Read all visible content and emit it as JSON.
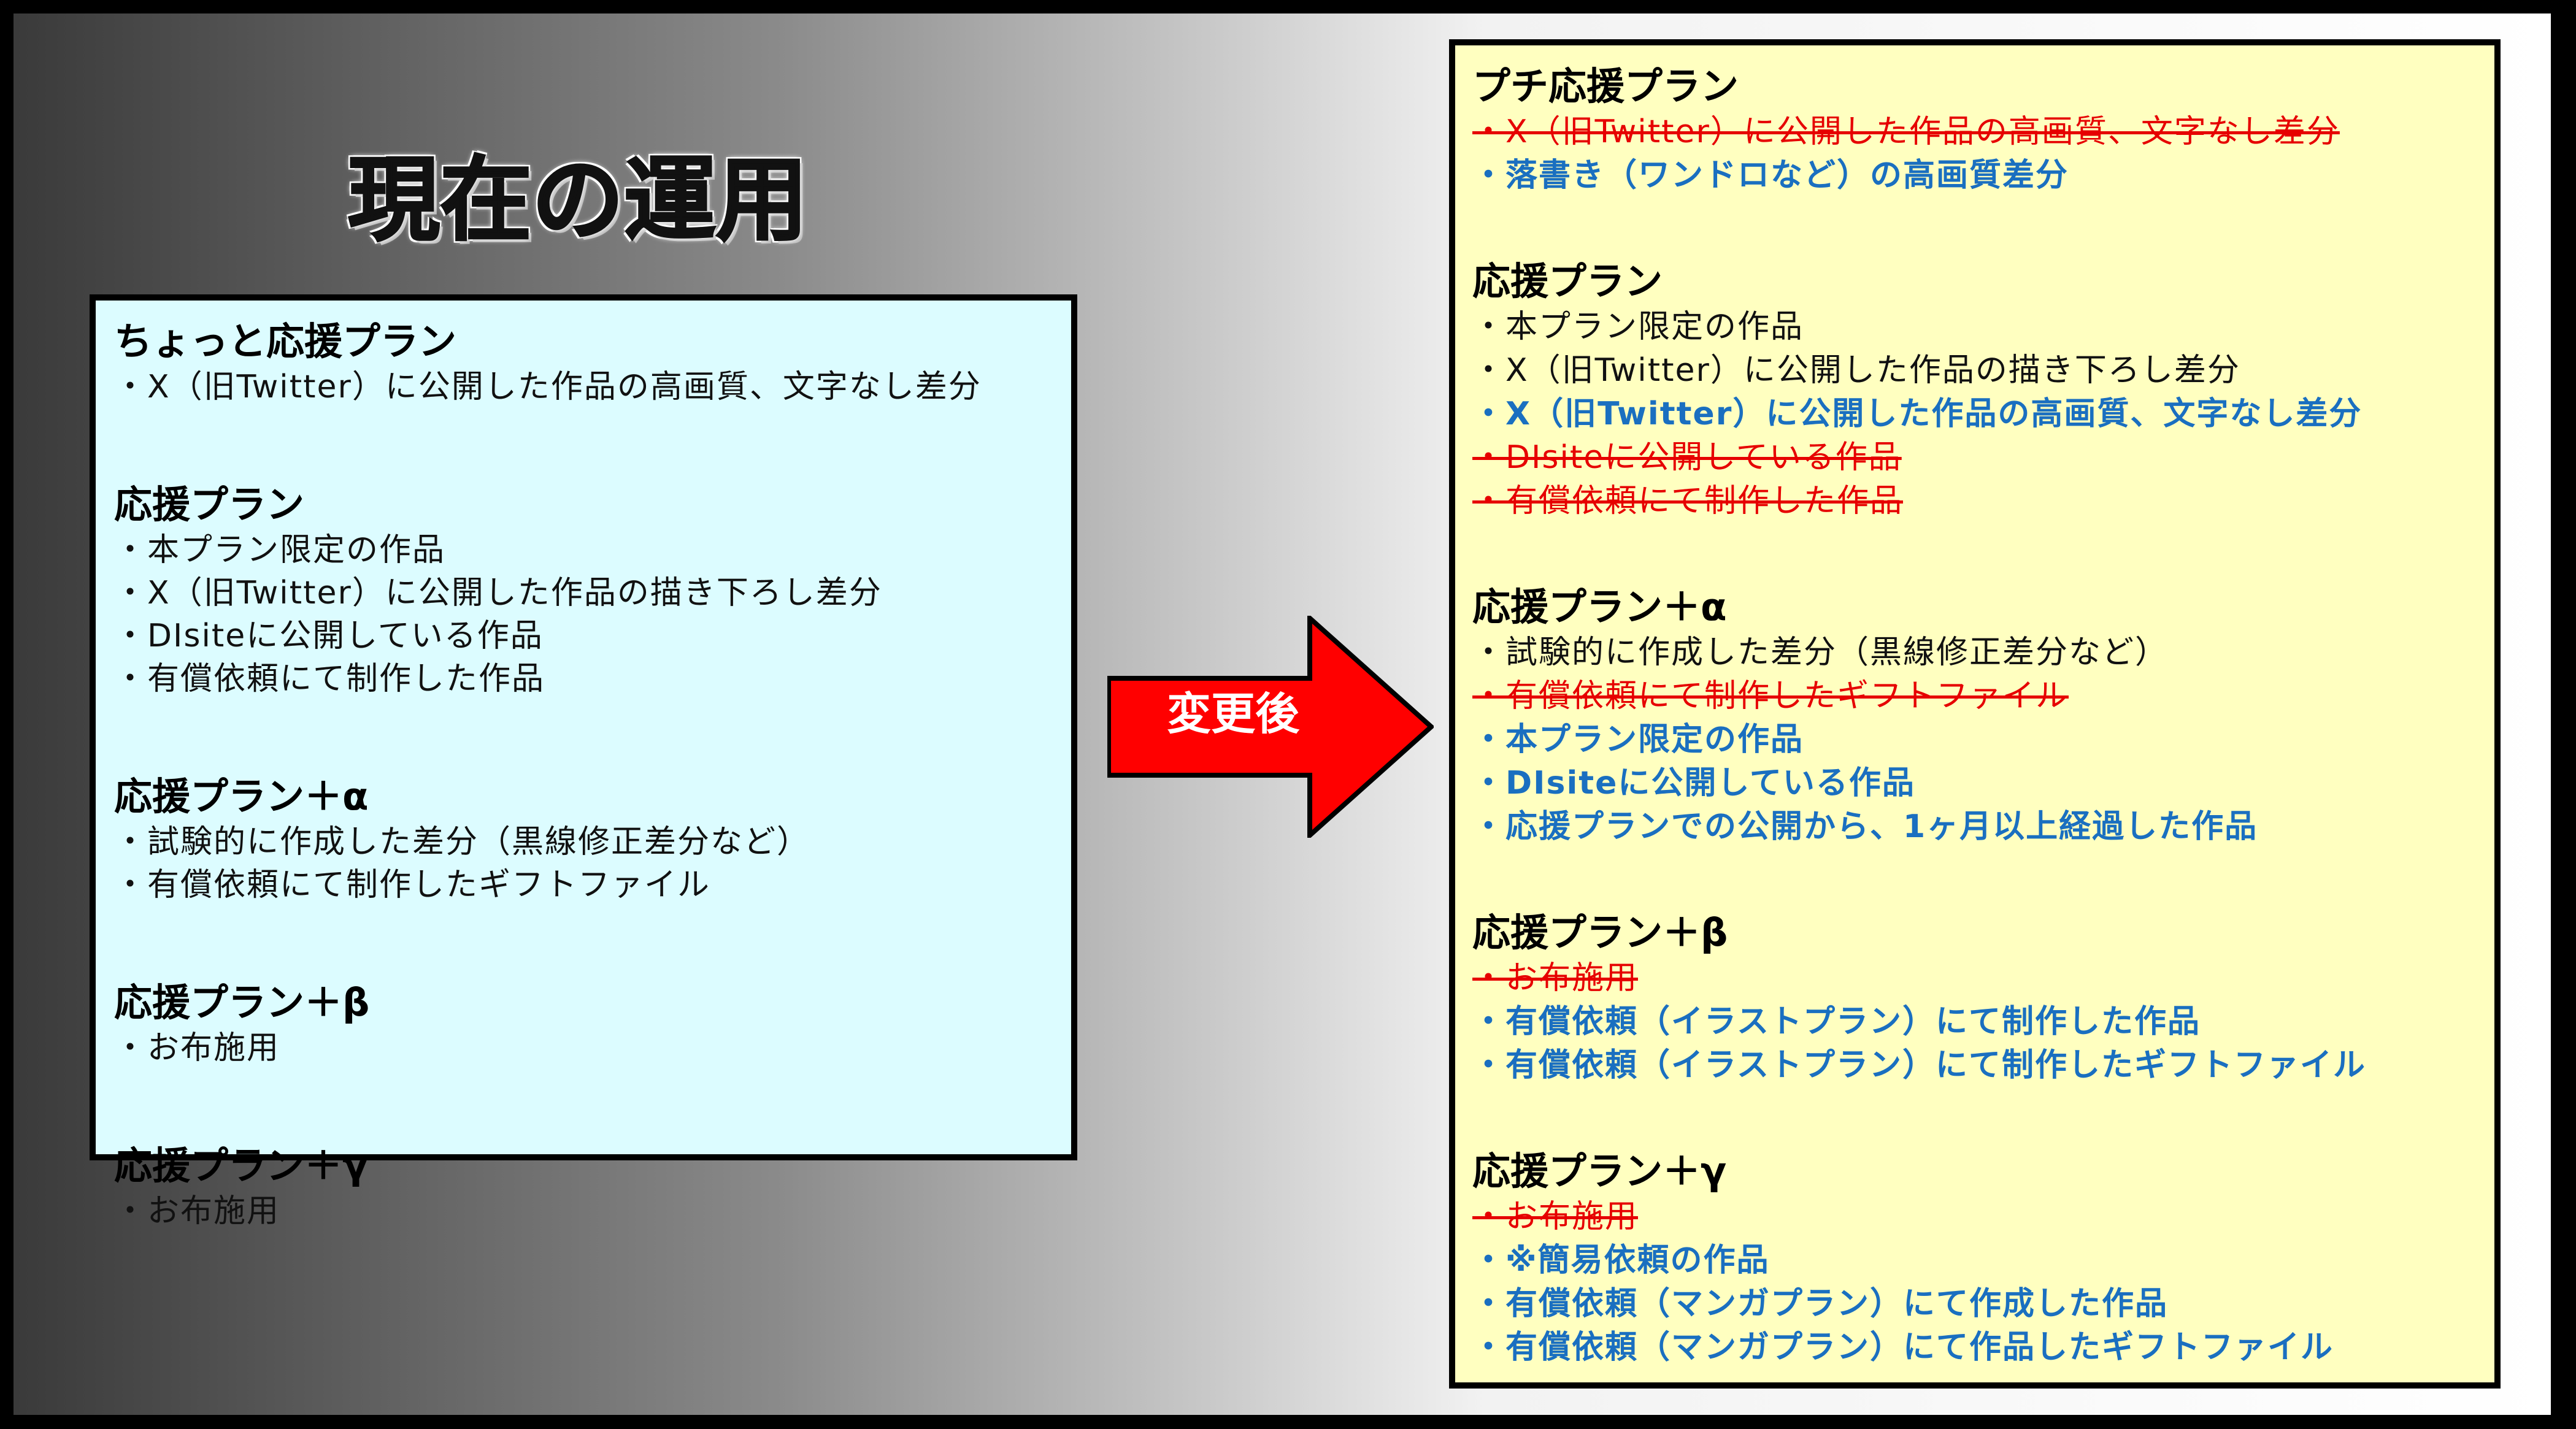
{
  "current": {
    "title": "現在の運用",
    "plans": [
      {
        "title": "ちょっと応援プラン",
        "items": [
          {
            "text": "・X（旧Twitter）に公開した作品の高画質、文字なし差分",
            "status": "unchanged"
          }
        ]
      },
      {
        "title": "応援プラン",
        "items": [
          {
            "text": "・本プラン限定の作品",
            "status": "unchanged"
          },
          {
            "text": "・X（旧Twitter）に公開した作品の描き下ろし差分",
            "status": "unchanged"
          },
          {
            "text": "・DIsiteに公開している作品",
            "status": "unchanged"
          },
          {
            "text": "・有償依頼にて制作した作品",
            "status": "unchanged"
          }
        ]
      },
      {
        "title": "応援プラン＋α",
        "items": [
          {
            "text": "・試験的に作成した差分（黒線修正差分など）",
            "status": "unchanged"
          },
          {
            "text": "・有償依頼にて制作したギフトファイル",
            "status": "unchanged"
          }
        ]
      },
      {
        "title": "応援プラン＋β",
        "items": [
          {
            "text": "・お布施用",
            "status": "unchanged"
          }
        ]
      },
      {
        "title": "応援プラン＋γ",
        "items": [
          {
            "text": "・お布施用",
            "status": "unchanged"
          }
        ]
      }
    ]
  },
  "arrow": {
    "label": "変更後",
    "color": "#ff0000"
  },
  "changed": {
    "plans": [
      {
        "title": "プチ応援プラン",
        "items": [
          {
            "text": "・X（旧Twitter）に公開した作品の高画質、文字なし差分",
            "status": "removed"
          },
          {
            "text": "・落書き（ワンドロなど）の高画質差分",
            "status": "new"
          }
        ]
      },
      {
        "title": "応援プラン",
        "items": [
          {
            "text": "・本プラン限定の作品",
            "status": "unchanged"
          },
          {
            "text": "・X（旧Twitter）に公開した作品の描き下ろし差分",
            "status": "unchanged"
          },
          {
            "text": "・X（旧Twitter）に公開した作品の高画質、文字なし差分",
            "status": "new"
          },
          {
            "text": "・DIsiteに公開している作品",
            "status": "removed"
          },
          {
            "text": "・有償依頼にて制作した作品",
            "status": "removed"
          }
        ]
      },
      {
        "title": "応援プラン＋α",
        "items": [
          {
            "text": "・試験的に作成した差分（黒線修正差分など）",
            "status": "unchanged"
          },
          {
            "text": "・有償依頼にて制作したギフトファイル",
            "status": "removed"
          },
          {
            "text": "・本プラン限定の作品",
            "status": "new"
          },
          {
            "text": "・DIsiteに公開している作品",
            "status": "new"
          },
          {
            "text": "・応援プランでの公開から、1ヶ月以上経過した作品",
            "status": "new"
          }
        ]
      },
      {
        "title": "応援プラン＋β",
        "items": [
          {
            "text": "・お布施用",
            "status": "removed"
          },
          {
            "text": "・有償依頼（イラストプラン）にて制作した作品",
            "status": "new"
          },
          {
            "text": "・有償依頼（イラストプラン）にて制作したギフトファイル",
            "status": "new"
          }
        ]
      },
      {
        "title": "応援プラン＋γ",
        "items": [
          {
            "text": "・お布施用",
            "status": "removed"
          },
          {
            "text": "・※簡易依頼の作品",
            "status": "new"
          },
          {
            "text": "・有償依頼（マンガプラン）にて作成した作品",
            "status": "new"
          },
          {
            "text": "・有償依頼（マンガプラン）にて作品したギフトファイル",
            "status": "new"
          }
        ]
      }
    ]
  },
  "colors": {
    "new": "#1a6fc0",
    "removed": "#e60000",
    "left_panel_bg": "#dcfcff",
    "right_panel_bg": "#ffffc0"
  }
}
